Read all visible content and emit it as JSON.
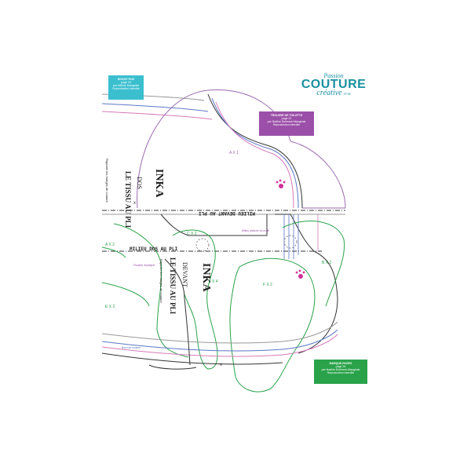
{
  "brand": {
    "line1": "Passion",
    "line2": "COUTURE",
    "line3": "créative",
    "issue": "N°46",
    "color": "#1a8fa0"
  },
  "labels": {
    "top_left_box": {
      "l1": "DOGGY PUG",
      "l2": "page 18",
      "l3": "par Hélène Maugeais",
      "l4": "Reproduction interdite",
      "color": "#3bbfcf"
    },
    "purple_box": {
      "l1": "TROUSSE DE TOILETTE",
      "l2": "page 22",
      "l3": "par Nadine Dufresne-Maugeais",
      "l4": "Reproduction interdite",
      "color": "#9b4fa8"
    },
    "green_box": {
      "l1": "MARQUE-PAGES",
      "l2": "page 26",
      "l3": "par Nadine Dufresne-Maugeais",
      "l4": "Reproduction interdite",
      "color": "#2aa24a"
    },
    "dos_model": "INKA",
    "dos_name": "DOS",
    "dos_fold": "LE TISSU AU PLI",
    "devant_model": "INKA",
    "devant_name": "DEVANT",
    "devant_fold": "LE TISSU AU PLI",
    "milieu_devant": "MILIEU DEVANT AU PLI",
    "milieu_dos": "MILIEU DOS AU PLI",
    "seam_note_1": "Rajouter les marges de couture",
    "seam_note_2": "Rajouter les marges de couture",
    "ax1": "A X 1",
    "cx2": "C X 2",
    "fx2": "F X 2",
    "bx2": "B X 2",
    "ax2": "A X 2",
    "ex2": "E X 2",
    "x4": "X 4",
    "milieu_placure": "Milieu placure du motif",
    "fixation": "Fixation élastique",
    "bord_cloison": "Bord de cloison"
  }
}
